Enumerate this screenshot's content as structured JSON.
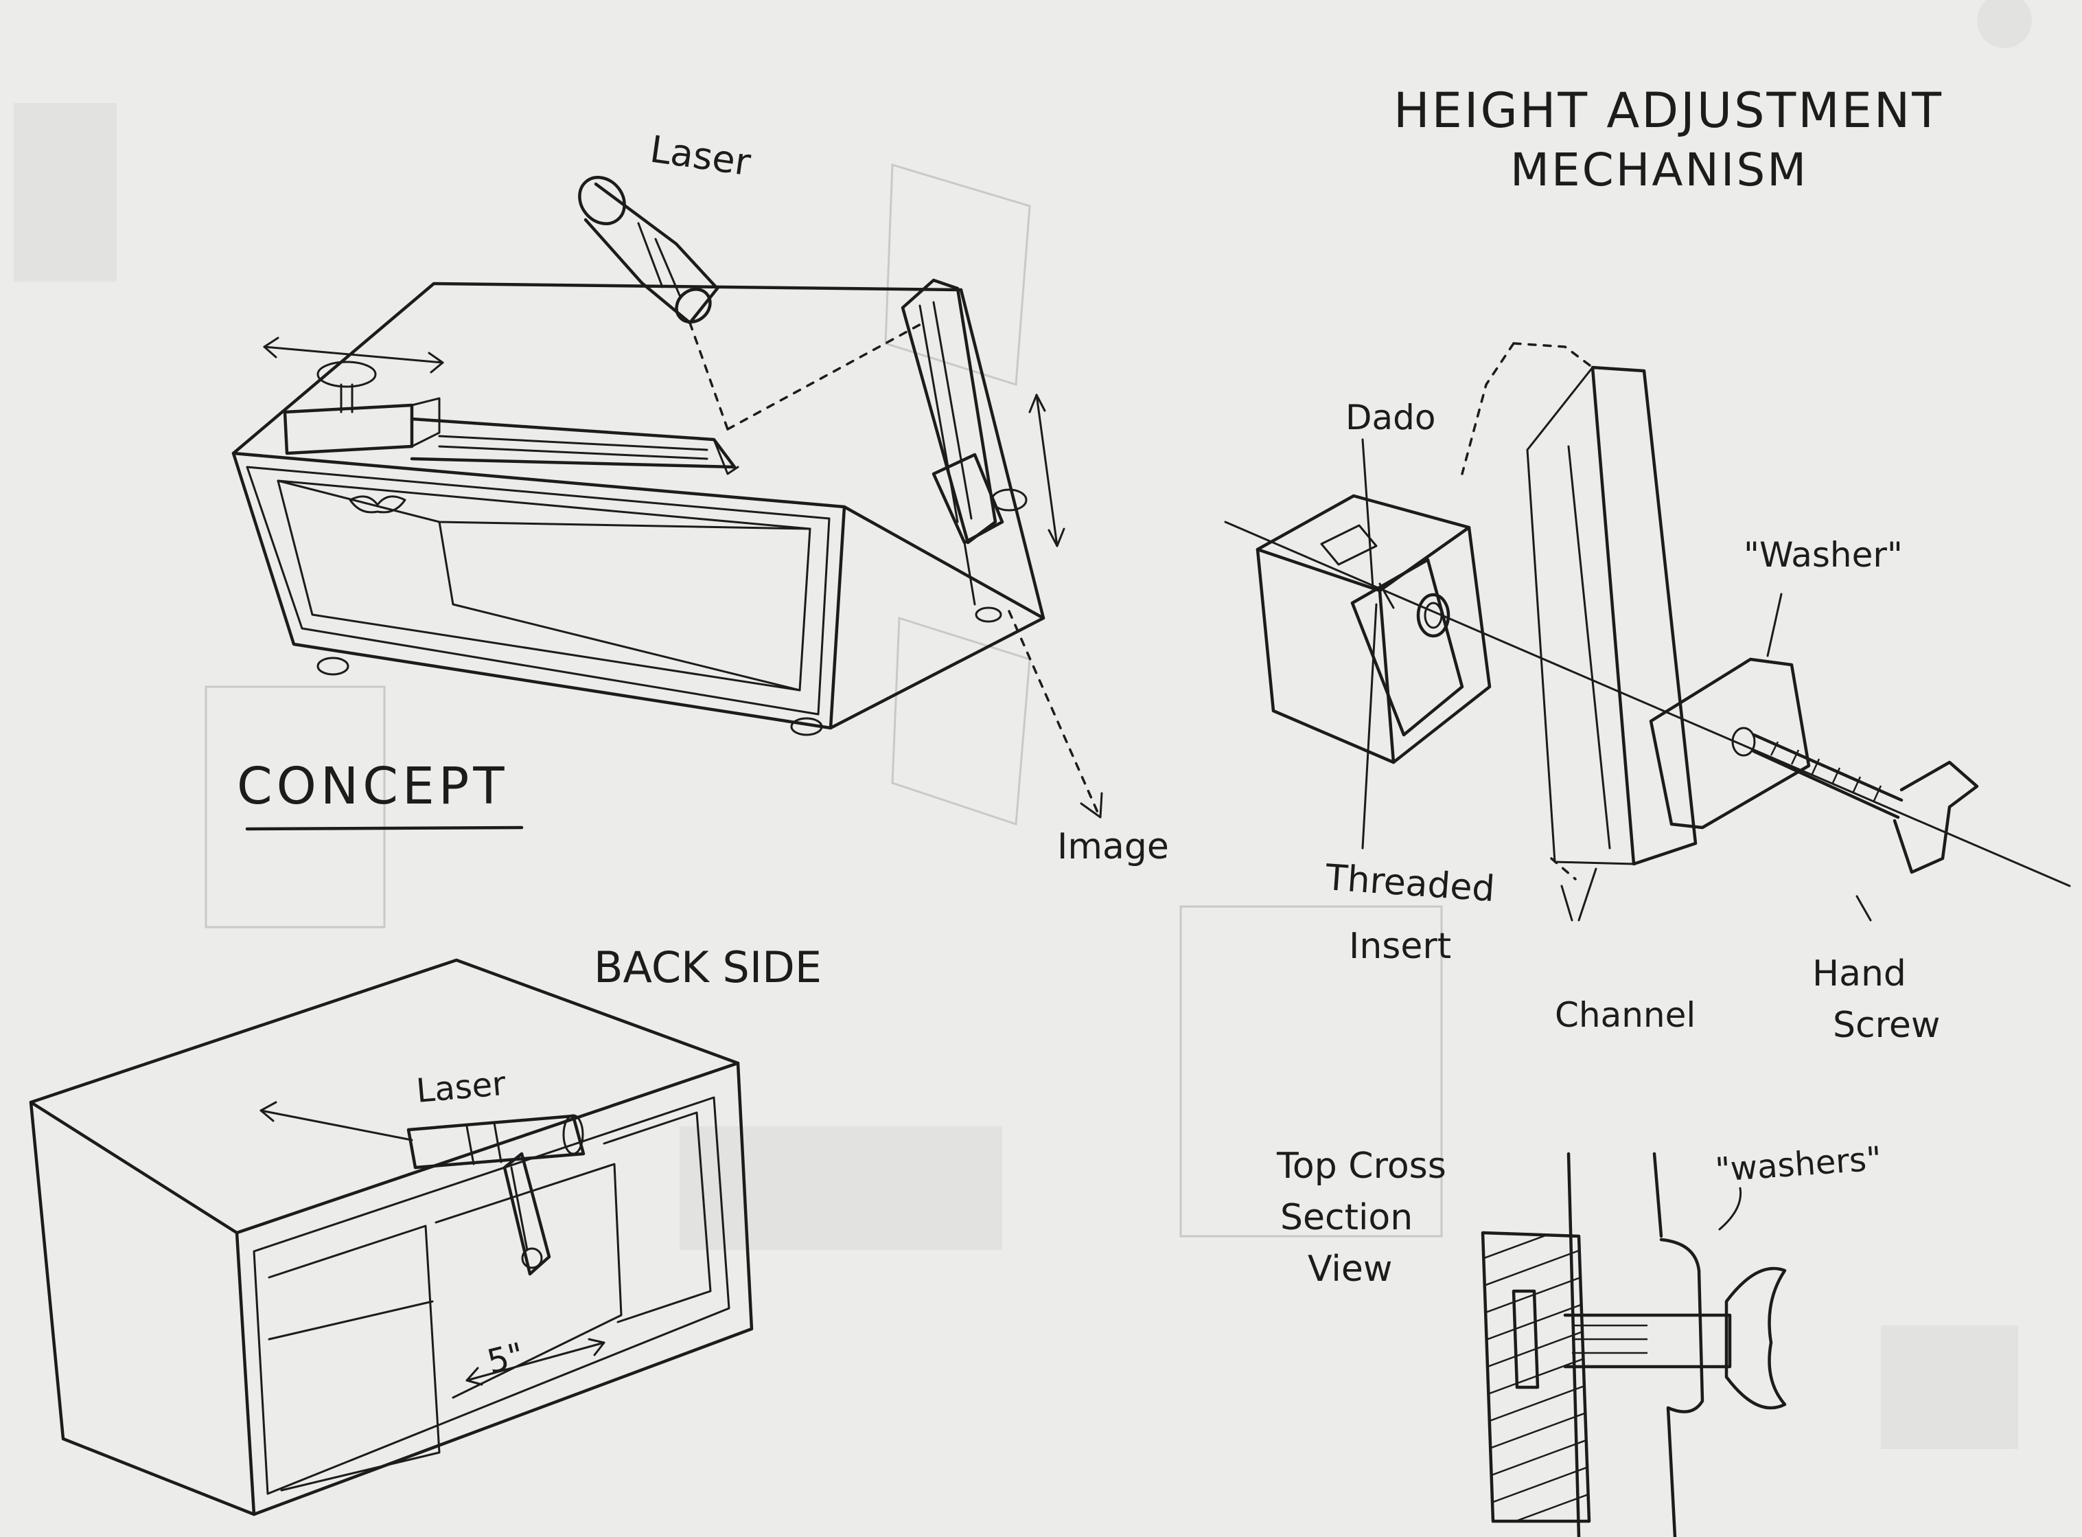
{
  "labels": {
    "laser_top": "Laser",
    "image": "Image",
    "concept": "CONCEPT",
    "back_side": "BACK SIDE",
    "laser_back": "Laser",
    "five_inch": "5\"",
    "height_title_1": "HEIGHT ADJUSTMENT",
    "height_title_2": "MECHANISM",
    "dado": "Dado",
    "washer": "\"Washer\"",
    "threaded_1": "Threaded",
    "threaded_2": "Insert",
    "channel": "Channel",
    "hand_1": "Hand",
    "hand_2": "Screw",
    "top_cross_1": "Top Cross",
    "top_cross_2": "Section",
    "top_cross_3": "View",
    "washers": "\"washers\""
  },
  "colors": {
    "ink": "#1c1c1c",
    "paper": "#ececea",
    "ghost": "#c9c9c6"
  }
}
